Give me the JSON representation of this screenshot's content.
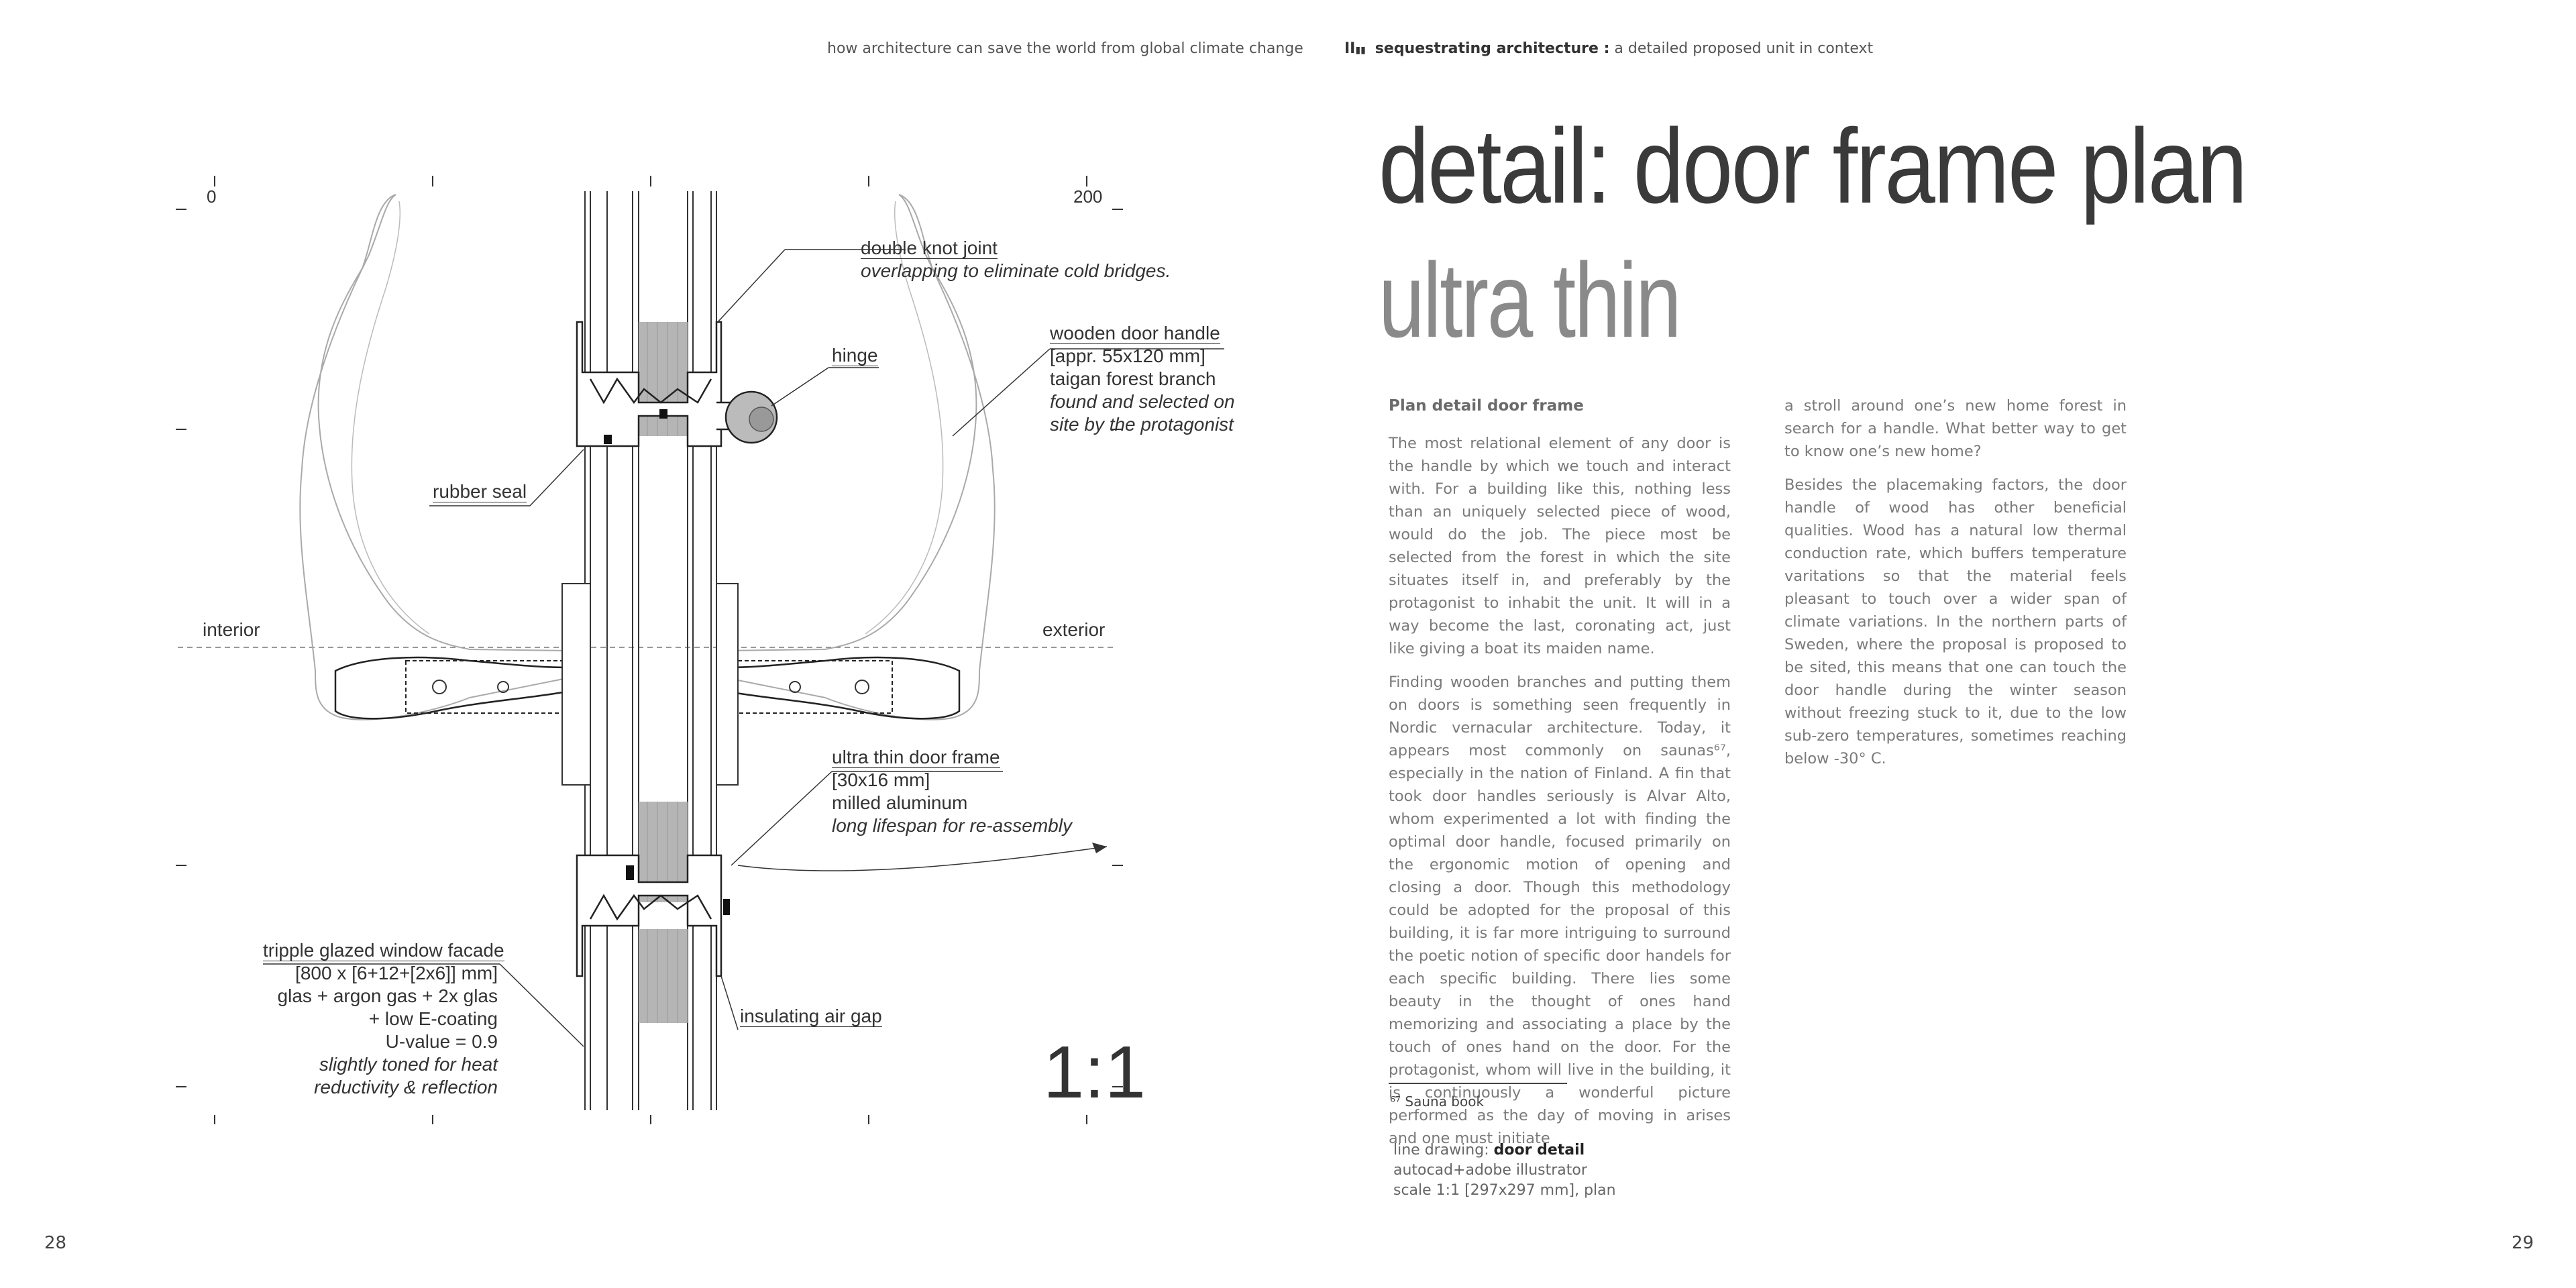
{
  "header": {
    "left_text": "how architecture can save the world from global climate change",
    "chapter_mark": "II",
    "chapter_bold": "sequestrating architecture :",
    "chapter_rest": " a detailed proposed unit in context"
  },
  "pages": {
    "left": "28",
    "right": "29"
  },
  "title": {
    "main": "detail: door frame plan",
    "sub": "ultra thin"
  },
  "article": {
    "heading": "Plan detail door frame",
    "col1": [
      "The most relational element of any door is the handle by which we touch and interact with. For a building like this, nothing less than an uniquely selected piece of wood, would do the job. The piece most be selected from the forest in which the site situates itself in, and preferably by the protagonist to inhabit the unit. It will in a way become the last, coronating act, just like giving a boat its maiden name.",
      "Finding wooden branches and putting them on doors is something seen frequently in Nordic vernacular architecture. Today, it appears most commonly on saunas⁶⁷, especially in the nation of Finland. A fin that took door handles seriously is Alvar Alto, whom experimented a lot with finding the optimal door handle, focused primarily on the ergonomic motion of opening and closing a door. Though this methodology could be adopted for the proposal of this building, it is far more intriguing to surround the poetic notion of specific door handels for each specific building. There lies some beauty in the thought of ones hand memorizing and associating a place by the touch of ones hand on the door. For the protagonist, whom will live in the building, it is continuously a wonderful picture performed as the day of moving in arises and one must initiate"
    ],
    "col2": [
      "a stroll around one’s new home forest in search for a handle. What better way to get to know one’s new home?",
      "Besides the placemaking factors, the door handle of wood has other beneficial qualities. Wood has a natural low thermal conduction rate, which buffers temperature varitations so that the material feels pleasant to touch over a wider span of climate variations. In the northern parts of Sweden, where the proposal is proposed to be sited, this means that one can touch the door handle during the winter season without freezing stuck to it, due to the low sub-zero temperatures, sometimes reaching below -30° C."
    ],
    "footnote": "⁶⁷ Sauna book",
    "credit": {
      "line1_prefix": "line drawing: ",
      "line1_bold": "door detail",
      "line2": "autocad+adobe illustrator",
      "line3": "scale 1:1 [297x297 mm], plan"
    }
  },
  "drawing": {
    "ruler_start": "0",
    "ruler_end": "200",
    "side_interior": "interior",
    "side_exterior": "exterior",
    "scale": "1:1",
    "labels": {
      "knot_title": "double knot joint",
      "knot_note": "overlapping to eliminate cold bridges.",
      "handle_title": "wooden door handle",
      "handle_size": "[appr. 55x120 mm]",
      "handle_material": "taigan forest branch",
      "handle_note1": "found and selected on",
      "handle_note2": "site by the protagonist",
      "hinge": "hinge",
      "rubber_seal": "rubber seal",
      "frame_title": "ultra thin door frame",
      "frame_size": "[30x16 mm]",
      "frame_material": "milled aluminum",
      "frame_note": "long lifespan for re-assembly",
      "glazing_title": "tripple glazed window facade",
      "glazing_size": "[800 x [6+12+[2x6]] mm]",
      "glazing_1": "glas + argon gas + 2x glas",
      "glazing_2": "+ low E-coating",
      "glazing_3": "U-value = 0.9",
      "glazing_note1": "slightly toned for heat",
      "glazing_note2": "reductivity & reflection",
      "air_gap": "insulating air gap"
    }
  }
}
